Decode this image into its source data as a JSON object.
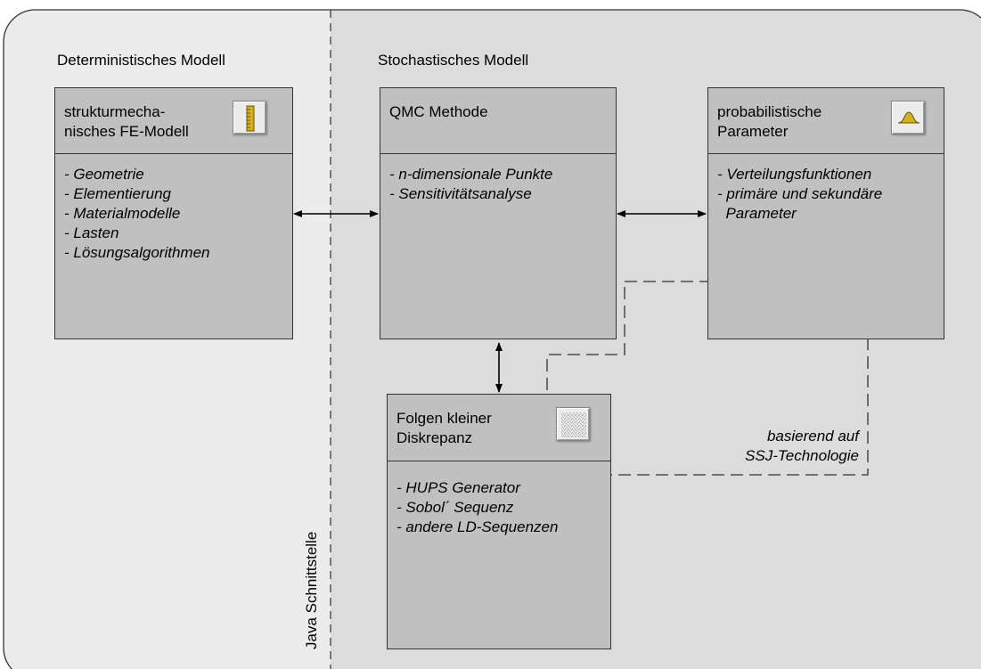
{
  "diagram": {
    "sections": {
      "deterministic": "Deterministisches Modell",
      "stochastic": "Stochastisches Modell"
    },
    "interface_label": "Java Schnittstelle",
    "boxes": {
      "fe_model": {
        "title": "strukturmecha-\nnisches FE-Modell",
        "icon": "ruler-icon",
        "items": [
          "- Geometrie",
          "- Elementierung",
          "- Materialmodelle",
          "- Lasten",
          "- Lösungsalgorithmen"
        ]
      },
      "qmc": {
        "title": "QMC Methode",
        "items": [
          "- n-dimensionale Punkte",
          "- Sensitivitätsanalyse"
        ]
      },
      "probabilistic": {
        "title": "probabilistische\nParameter",
        "icon": "bell-curve-icon",
        "items": [
          "- Verteilungsfunktionen",
          "- primäre und sekundäre",
          "  Parameter"
        ]
      },
      "low_discrepancy": {
        "title": "Folgen kleiner\nDiskrepanz",
        "icon": "noise-pattern-icon",
        "items": [
          "- HUPS Generator",
          "- Sobol´ Sequenz",
          "- andere LD-Sequenzen"
        ]
      }
    },
    "note": [
      "basierend auf",
      "SSJ-Technologie"
    ],
    "colors": {
      "left_background": "#ececec",
      "right_background": "#dcdcdc",
      "box_fill": "#c0c0c0",
      "icon_gold": "#d4b020"
    }
  }
}
